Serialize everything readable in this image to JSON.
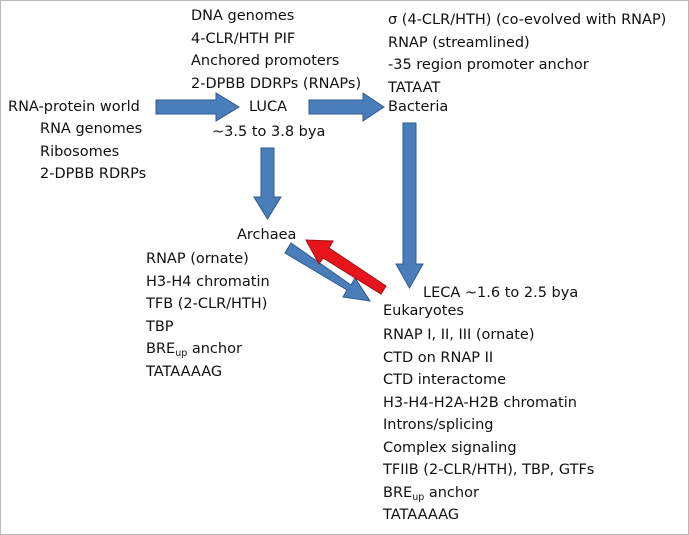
{
  "nodes": {
    "rna_world": {
      "title": "RNA-protein world",
      "traits": [
        "RNA genomes",
        "Ribosomes",
        "2-DPBB RDRPs"
      ]
    },
    "luca": {
      "title": "LUCA",
      "traits_above": [
        "DNA genomes",
        "4-CLR/HTH PIF",
        "Anchored promoters",
        "2-DPBB DDRPs (RNAPs)"
      ],
      "date": "~3.5 to 3.8 bya"
    },
    "bacteria": {
      "title": "Bacteria",
      "traits_above": [
        "σ (4-CLR/HTH) (co-evolved with RNAP)",
        "RNAP (streamlined)",
        "-35 region promoter anchor",
        "TATAAT"
      ]
    },
    "archaea": {
      "title": "Archaea",
      "traits": [
        "RNAP (ornate)",
        "H3-H4 chromatin",
        "TFB (2-CLR/HTH)",
        "TBP"
      ],
      "bre": {
        "prefix": "BRE",
        "sub": "up",
        "suffix": " anchor"
      },
      "tata": "TATAAAAG"
    },
    "eukaryotes": {
      "leca": "LECA  ~1.6 to 2.5 bya",
      "title": "Eukaryotes",
      "traits": [
        "RNAP I, II, III (ornate)",
        "CTD on RNAP II",
        "CTD interactome",
        "H3-H4-H2A-H2B chromatin",
        "Introns/splicing",
        "Complex signaling",
        "TFIIB (2-CLR/HTH), TBP, GTFs"
      ],
      "bre": {
        "prefix": "BRE",
        "sub": "up",
        "suffix": " anchor"
      },
      "tata": "TATAAAAG"
    }
  },
  "colors": {
    "arrow_blue": "#4a7ebb",
    "arrow_blue_edge": "#2f5a8e",
    "arrow_red": "#e8141b",
    "arrow_red_edge": "#a01015"
  }
}
